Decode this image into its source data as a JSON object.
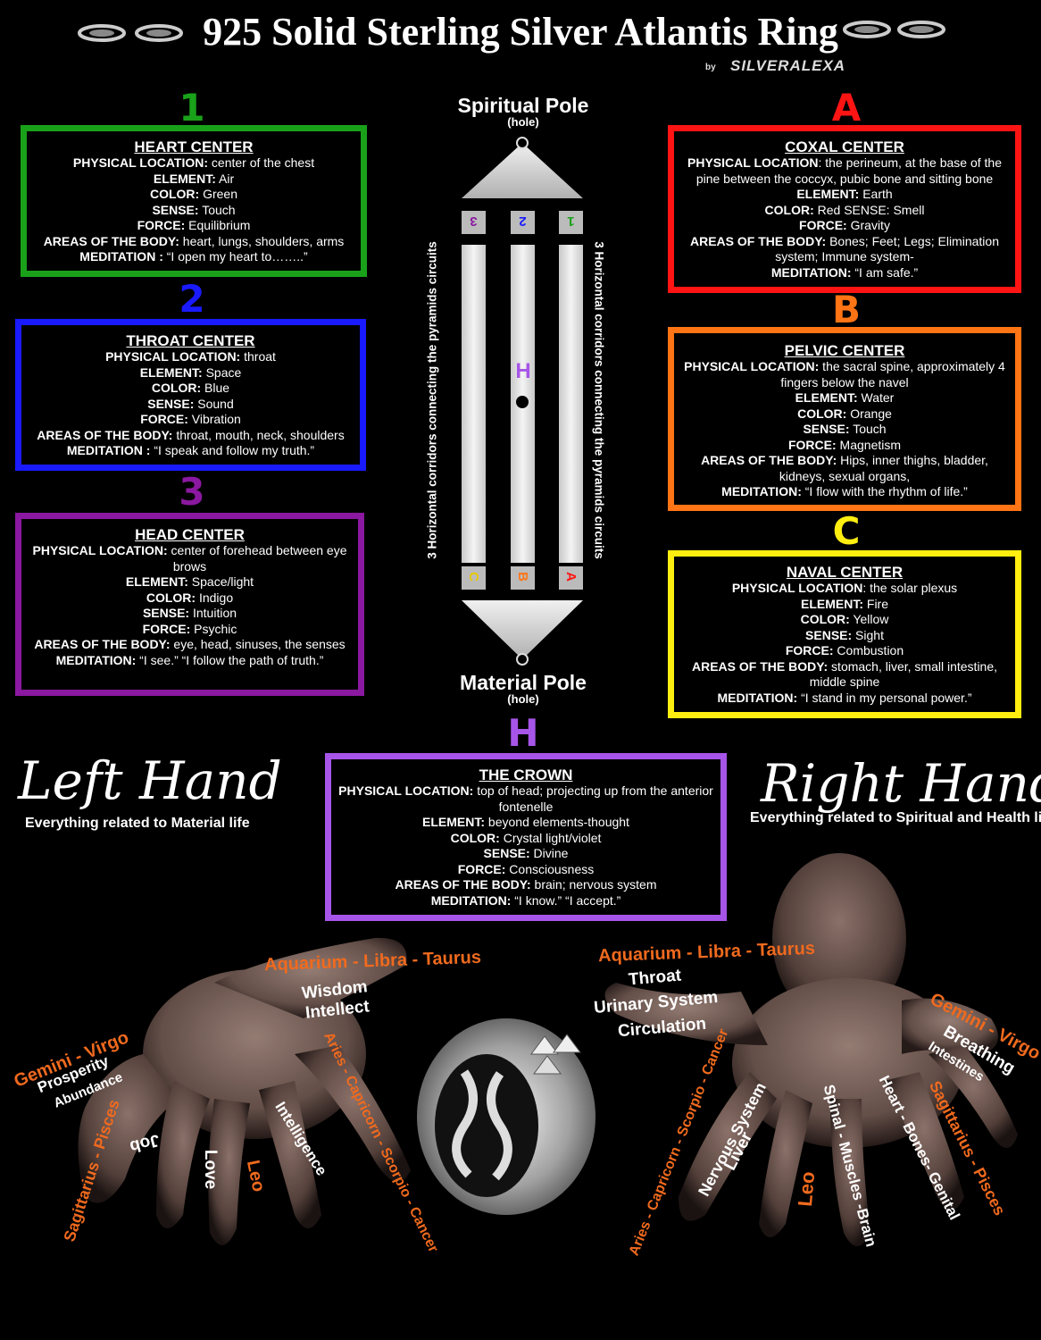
{
  "title": "925 Solid Sterling Silver Atlantis Ring",
  "byline": "by",
  "brand": "SILVERALEXA",
  "colors": {
    "green": "#1aa11a",
    "blue": "#1a1aff",
    "purple": "#8b18a0",
    "red": "#ff1414",
    "orange": "#ff7414",
    "yellow": "#ffee10",
    "lilac": "#a755e8",
    "hand_orange": "#f06a1e"
  },
  "centers": [
    {
      "marker": "1",
      "title": "HEART CENTER",
      "rows": [
        {
          "label": "PHYSICAL LOCATION:",
          "value": " center of the chest"
        },
        {
          "label": "ELEMENT:",
          "value": " Air"
        },
        {
          "label": "COLOR:",
          "value": " Green"
        },
        {
          "label": "SENSE:",
          "value": " Touch"
        },
        {
          "label": "FORCE:",
          "value": " Equilibrium"
        },
        {
          "label": "AREAS OF THE BODY:",
          "value": " heart, lungs, shoulders, arms"
        },
        {
          "label": "MEDITATION :",
          "value": " “I open my heart to……..”"
        }
      ]
    },
    {
      "marker": "2",
      "title": "THROAT CENTER",
      "rows": [
        {
          "label": "PHYSICAL LOCATION:",
          "value": " throat"
        },
        {
          "label": "ELEMENT:",
          "value": " Space"
        },
        {
          "label": "COLOR:",
          "value": " Blue"
        },
        {
          "label": "SENSE:",
          "value": " Sound"
        },
        {
          "label": "FORCE:",
          "value": " Vibration"
        },
        {
          "label": "AREAS OF THE BODY:",
          "value": " throat, mouth, neck, shoulders"
        },
        {
          "label": "MEDITATION :",
          "value": " “I speak and follow my truth.”"
        }
      ]
    },
    {
      "marker": "3",
      "title": "HEAD CENTER",
      "rows": [
        {
          "label": "PHYSICAL LOCATION:",
          "value": " center of forehead between eye brows"
        },
        {
          "label": "ELEMENT:",
          "value": " Space/light"
        },
        {
          "label": "COLOR:",
          "value": " Indigo"
        },
        {
          "label": "SENSE:",
          "value": " Intuition"
        },
        {
          "label": "FORCE:",
          "value": " Psychic"
        },
        {
          "label": "AREAS OF THE BODY:",
          "value": " eye, head, sinuses, the senses"
        },
        {
          "label": "MEDITATION:",
          "value": " “I see.” “I follow the path of truth.”"
        }
      ]
    },
    {
      "marker": "A",
      "title": "COXAL CENTER",
      "rows": [
        {
          "label": "PHYSICAL LOCATION",
          "value": ": the perineum, at the base of the pine between the coccyx, pubic bone and sitting bone"
        },
        {
          "label": "ELEMENT:",
          "value": " Earth"
        },
        {
          "label": "COLOR:",
          "value": " Red SENSE: Smell"
        },
        {
          "label": "FORCE:",
          "value": " Gravity"
        },
        {
          "label": "AREAS OF THE BODY:",
          "value": " Bones; Feet; Legs; Elimination system; Immune system-"
        },
        {
          "label": "MEDITATION:",
          "value": " “I am safe.”"
        }
      ]
    },
    {
      "marker": "B",
      "title": "PELVIC CENTER",
      "rows": [
        {
          "label": "PHYSICAL LOCATION:",
          "value": " the sacral spine, approximately 4 fingers below the navel"
        },
        {
          "label": "ELEMENT:",
          "value": " Water"
        },
        {
          "label": "COLOR:",
          "value": " Orange"
        },
        {
          "label": "SENSE:",
          "value": " Touch"
        },
        {
          "label": "FORCE:",
          "value": " Magnetism"
        },
        {
          "label": "AREAS OF THE BODY:",
          "value": " Hips, inner thighs, bladder, kidneys, sexual organs,"
        },
        {
          "label": "MEDITATION:",
          "value": " “I flow with the rhythm of life.”"
        }
      ]
    },
    {
      "marker": "C",
      "title": "NAVAL CENTER",
      "rows": [
        {
          "label": "PHYSICAL LOCATION",
          "value": ": the solar plexus"
        },
        {
          "label": "ELEMENT:",
          "value": " Fire"
        },
        {
          "label": "COLOR:",
          "value": " Yellow"
        },
        {
          "label": "SENSE:",
          "value": " Sight"
        },
        {
          "label": "FORCE:",
          "value": " Combustion"
        },
        {
          "label": "AREAS OF THE BODY:",
          "value": " stomach, liver, small intestine, middle spine"
        },
        {
          "label": "MEDITATION:",
          "value": " “I stand in my personal power.”"
        }
      ]
    },
    {
      "marker": "H",
      "title": "THE CROWN",
      "rows": [
        {
          "label": "PHYSICAL LOCATION:",
          "value": " top of head; projecting up from the anterior fontenelle"
        },
        {
          "label": "ELEMENT:",
          "value": " beyond elements-thought"
        },
        {
          "label": "COLOR:",
          "value": " Crystal light/violet"
        },
        {
          "label": "SENSE:",
          "value": " Divine"
        },
        {
          "label": "FORCE:",
          "value": " Consciousness"
        },
        {
          "label": "AREAS OF THE BODY:",
          "value": " brain; nervous system"
        },
        {
          "label": "MEDITATION:",
          "value": " “I know.” “I accept.”"
        }
      ]
    }
  ],
  "diagram": {
    "spiritual_pole": "Spiritual Pole",
    "spiritual_sub": "(hole)",
    "material_pole": "Material Pole",
    "material_sub": "(hole)",
    "center_marker": "H",
    "top_markers": [
      "3",
      "2",
      "1"
    ],
    "bottom_markers": [
      "C",
      "B",
      "A"
    ],
    "corridor_text": "3 Horizontal corridors connecting the pyramids circuits"
  },
  "left_hand": {
    "heading": "Left Hand",
    "sub": "Everything related to Material life",
    "labels": {
      "top_sign": "Aquarium - Libra - Taurus",
      "wisdom": "Wisdom",
      "intellect": "Intellect",
      "gemini": "Gemini - Virgo",
      "prosperity": "Prosperity",
      "abundance": "Abundance",
      "sagittarius": "Sagittarius - Pisces",
      "job": "Job",
      "love": "Love",
      "leo": "Leo",
      "intelligence": "Intelligence",
      "aries": "Aries - Capricorn - Scorpio - Cancer"
    }
  },
  "right_hand": {
    "heading": "Right Hand",
    "sub": "Everything related to Spiritual and Health life",
    "labels": {
      "top_sign": "Aquarium - Libra - Taurus",
      "throat": "Throat",
      "urinary": "Urinary System",
      "circulation": "Circulation",
      "gemini": "Gemini - Virgo",
      "breathing": "Breathing",
      "intestines": "Intestines",
      "aries": "Aries - Capricorn - Scorpio - Cancer",
      "nervous": "Nervous System",
      "liver": "Liver",
      "leo": "Leo",
      "spinal": "Spinal - Muscles -Brain",
      "heart": "Heart - Bones- Genital",
      "sagittarius": "Sagittarius - Pisces"
    }
  }
}
